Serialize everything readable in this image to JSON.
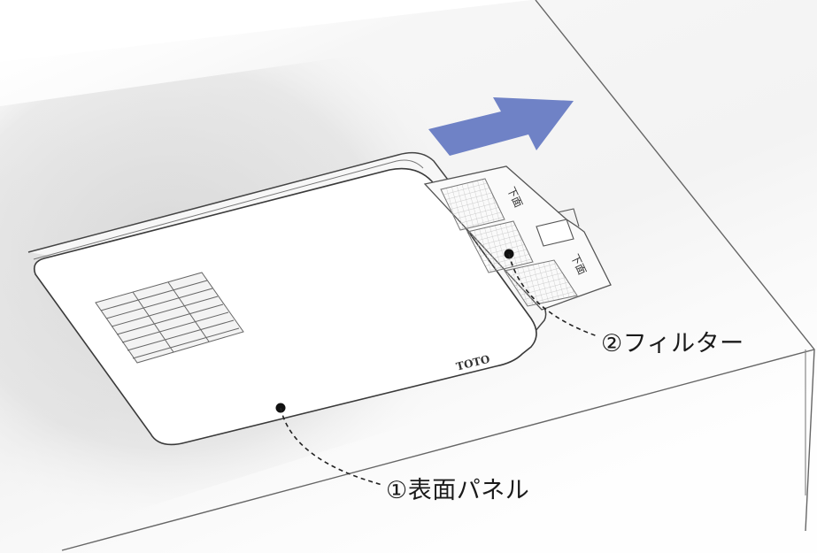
{
  "labels": {
    "surface_panel": "①表面パネル",
    "filter": "②フィルター"
  },
  "brand": {
    "logo_text": "TOTO"
  },
  "filter_marks": {
    "top_mark": "下面",
    "side_mark": "下面"
  },
  "colors": {
    "arrow": "#6F82C6",
    "ceiling_shadow": "#D9D9D9",
    "line": "#555555"
  },
  "icons": {
    "direction": "arrow-right-icon"
  }
}
